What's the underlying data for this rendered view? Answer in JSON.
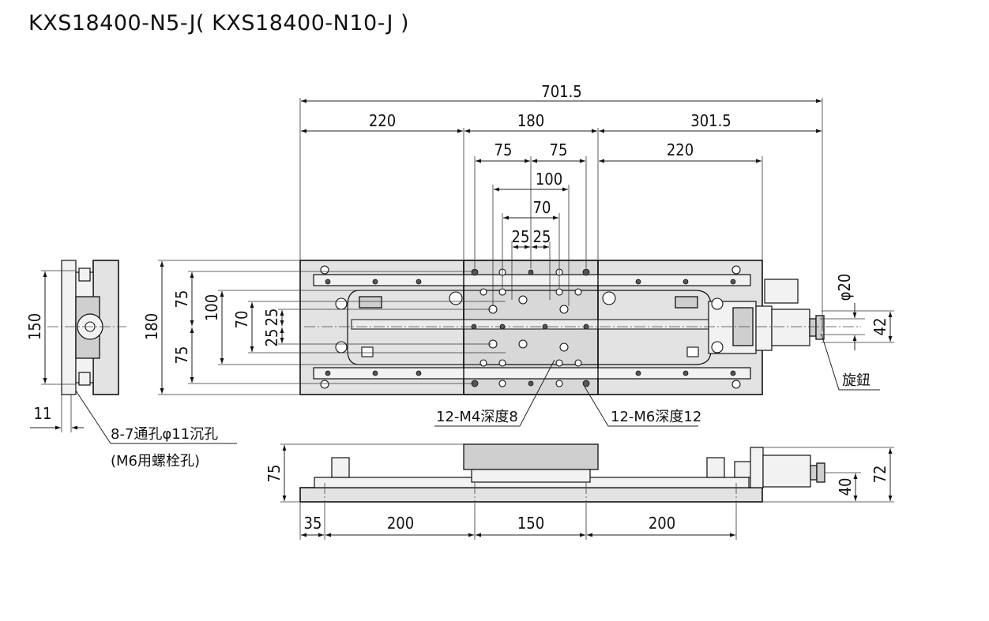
{
  "title": "KXS18400-N5-J( KXS18400-N10-J )",
  "top_view": {
    "overall_width": "701.5",
    "seg_left": "220",
    "seg_middle": "180",
    "seg_right": "301.5",
    "pitch_left": "75",
    "pitch_right": "75",
    "right_220": "220",
    "span_100": "100",
    "span_70": "70",
    "span_25_left": "25",
    "span_25_right": "25",
    "height_180": "180",
    "height_75_top": "75",
    "height_75_bottom": "75",
    "height_100": "100",
    "height_70": "70",
    "height_25_top": "25",
    "height_25_bottom": "25",
    "knob_dia": "φ20",
    "knob_offset": "42",
    "knob_label": "旋鈕",
    "callout_m4": "12-M4深度8",
    "callout_m6": "12-M6深度12"
  },
  "end_view": {
    "height_150": "150",
    "width_11": "11",
    "hole_note_line1": "8-7通孔φ11沉孔",
    "hole_note_line2": "(M6用螺栓孔)"
  },
  "side_view": {
    "height_75": "75",
    "height_40": "40",
    "height_72": "72",
    "pitch_35": "35",
    "pitch_200_left": "200",
    "pitch_150": "150",
    "pitch_200_right": "200"
  }
}
